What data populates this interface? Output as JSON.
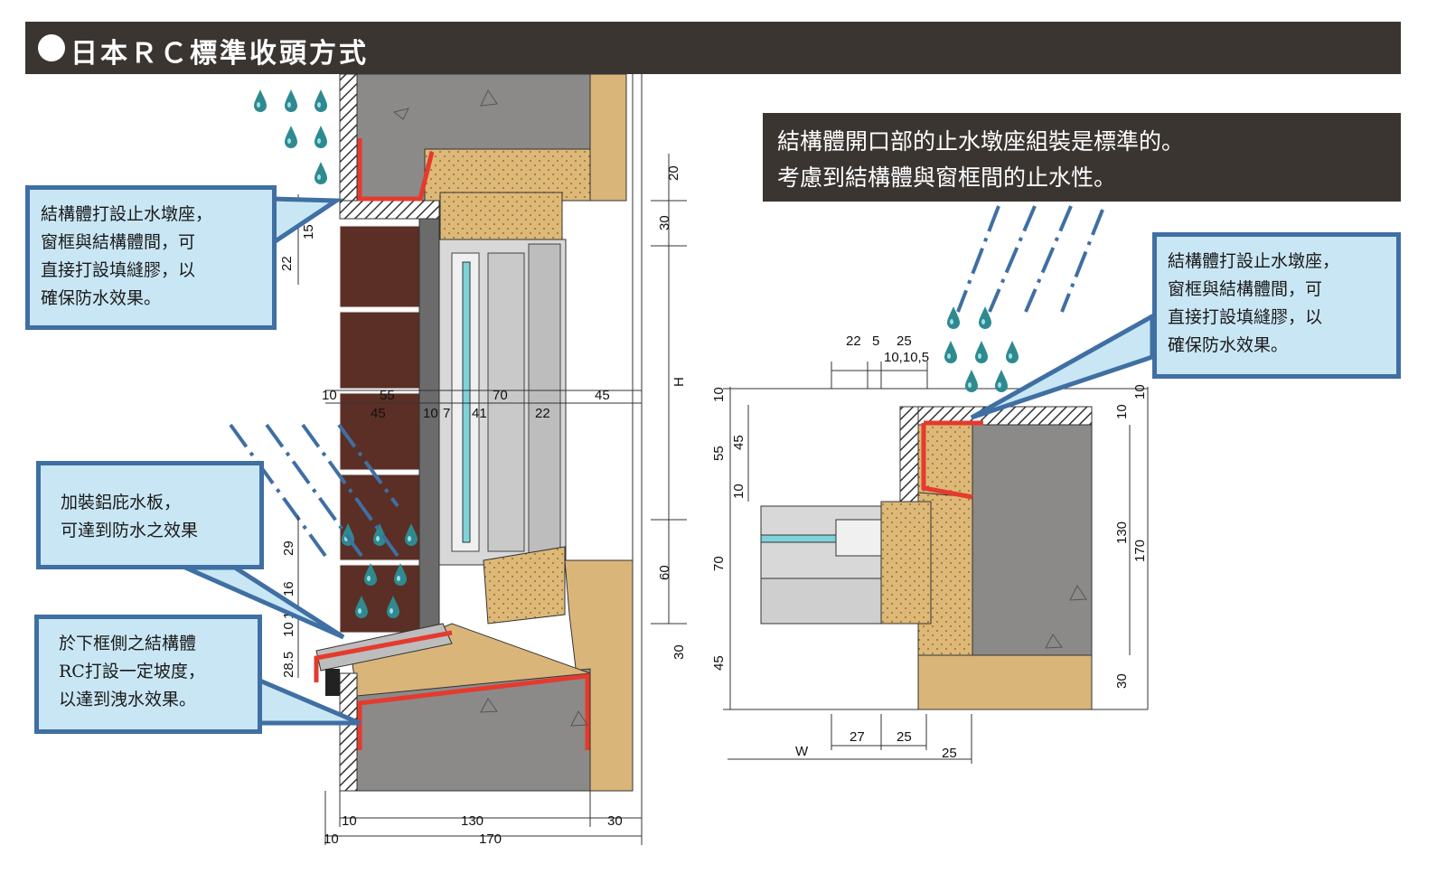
{
  "title": "日本ＲＣ標準收頭方式",
  "banner": {
    "line1": "結構體開口部的止水墩座組裝是標準的。",
    "line2": "考慮到結構體與窗框間的止水性。"
  },
  "callouts": {
    "top_left": {
      "lines": [
        "結構體打設止水墩座，",
        "窗框與結構體間，可",
        "直接打設填縫膠，以",
        "確保防水效果。"
      ]
    },
    "right": {
      "lines": [
        "結構體打設止水墩座，",
        "窗框與結構體間，可",
        "直接打設填縫膠，以",
        "確保防水效果。"
      ]
    },
    "middle_left": {
      "lines": [
        "加裝鋁庇水板，",
        "可達到防水之效果"
      ]
    },
    "bottom_left": {
      "lines": [
        "於下框側之結構體",
        "RC打設一定坡度，",
        "以達到洩水效果。"
      ]
    }
  },
  "dims": {
    "d20": "20",
    "d30a": "30",
    "d15": "15",
    "d22a": "22",
    "dH": "H",
    "d10a": "10",
    "d55": "55",
    "d70": "70",
    "d45a": "45",
    "d45b": "45",
    "d10b": "10",
    "d7": "7",
    "d41": "41",
    "d22b": "22",
    "d29": "29",
    "d16": "16",
    "d10c": "10",
    "d1": "1",
    "d28_5": "28.5",
    "d60": "60",
    "d30b": "30",
    "d10d": "10",
    "d130a": "130",
    "d30c": "30",
    "d10e": "10",
    "d170a": "170",
    "r22": "22",
    "r5": "5",
    "r25a": "25",
    "r10_10_5": "10,10,5",
    "r10a": "10",
    "r55": "55",
    "r45a": "45",
    "r10b": "10",
    "r70": "70",
    "r45b": "45",
    "r10c": "10",
    "r10d": "10",
    "r130": "130",
    "r170": "170",
    "r30": "30",
    "r27": "27",
    "r25b": "25",
    "rW": "W",
    "r25c": "25"
  },
  "colors": {
    "title_bg": "#3a3531",
    "callout_fill": "#c9e6f4",
    "callout_border": "#3f6fa3",
    "seal_red": "#e53a2e",
    "concrete": "#8c8a89",
    "mortar": "#d9b57a",
    "tile": "#5b2f25",
    "rain": "#2e7a82"
  },
  "icons": [
    "rain-drop-icon",
    "rain-streak-icon",
    "triangle-aggregate-icon"
  ]
}
